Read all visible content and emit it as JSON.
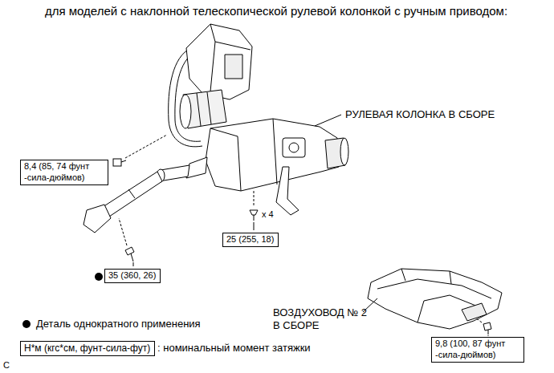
{
  "diagram": {
    "title": "для моделей с наклонной телескопической рулевой колонкой с ручным приводом:",
    "nodes": [
      {
        "text": [
          "8,4 (85, 74 фунт -сила-дюймов)"
        ]
      },
      {
        "text": [
          "25 (255, 18)"
        ]
      },
      {
        "text": [
          "35 (360, 26)"
        ]
      },
      {
        "text": [
          "9,8 (100, 87 фунт -сила-дюймов)"
        ]
      },
      {
        "text": [
          "Н*м (кгс*см, фунт-сила-фут)"
        ]
      }
    ],
    "labels": [
      "РУЛЕВАЯ КОЛОНКА В СБОРЕ",
      "x 4",
      "ВОЗДУХОВОД № 2 В СБОРЕ",
      "C"
    ],
    "legend": [
      {
        "text": "Деталь однократного применения"
      },
      {
        "text": ": номинальный момент затяжки"
      }
    ]
  }
}
